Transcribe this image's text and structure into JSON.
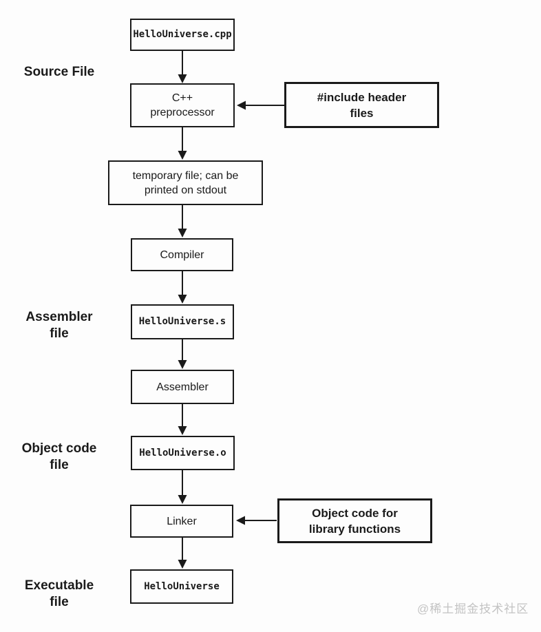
{
  "diagram": {
    "title_implicit": "C++ compilation process",
    "nodes": {
      "source": "HelloUniverse.cpp",
      "preprocessor": "C++\npreprocessor",
      "include_headers": "#include header\nfiles",
      "temp_file": "temporary file; can be\nprinted on stdout",
      "compiler": "Compiler",
      "assembly_output": "HelloUniverse.s",
      "assembler": "Assembler",
      "object_output": "HelloUniverse.o",
      "linker": "Linker",
      "library_objects": "Object code for\nlibrary functions",
      "executable": "HelloUniverse"
    },
    "side_labels": {
      "source_file": "Source File",
      "assembler_file": "Assembler\nfile",
      "object_code_file": "Object code\nfile",
      "executable_file": "Executable\nfile"
    },
    "colors": {
      "line": "#1a1a1a",
      "box_background": "#fdfdfd",
      "watermark": "#c3c3c3"
    }
  },
  "watermark": "@稀土掘金技术社区"
}
